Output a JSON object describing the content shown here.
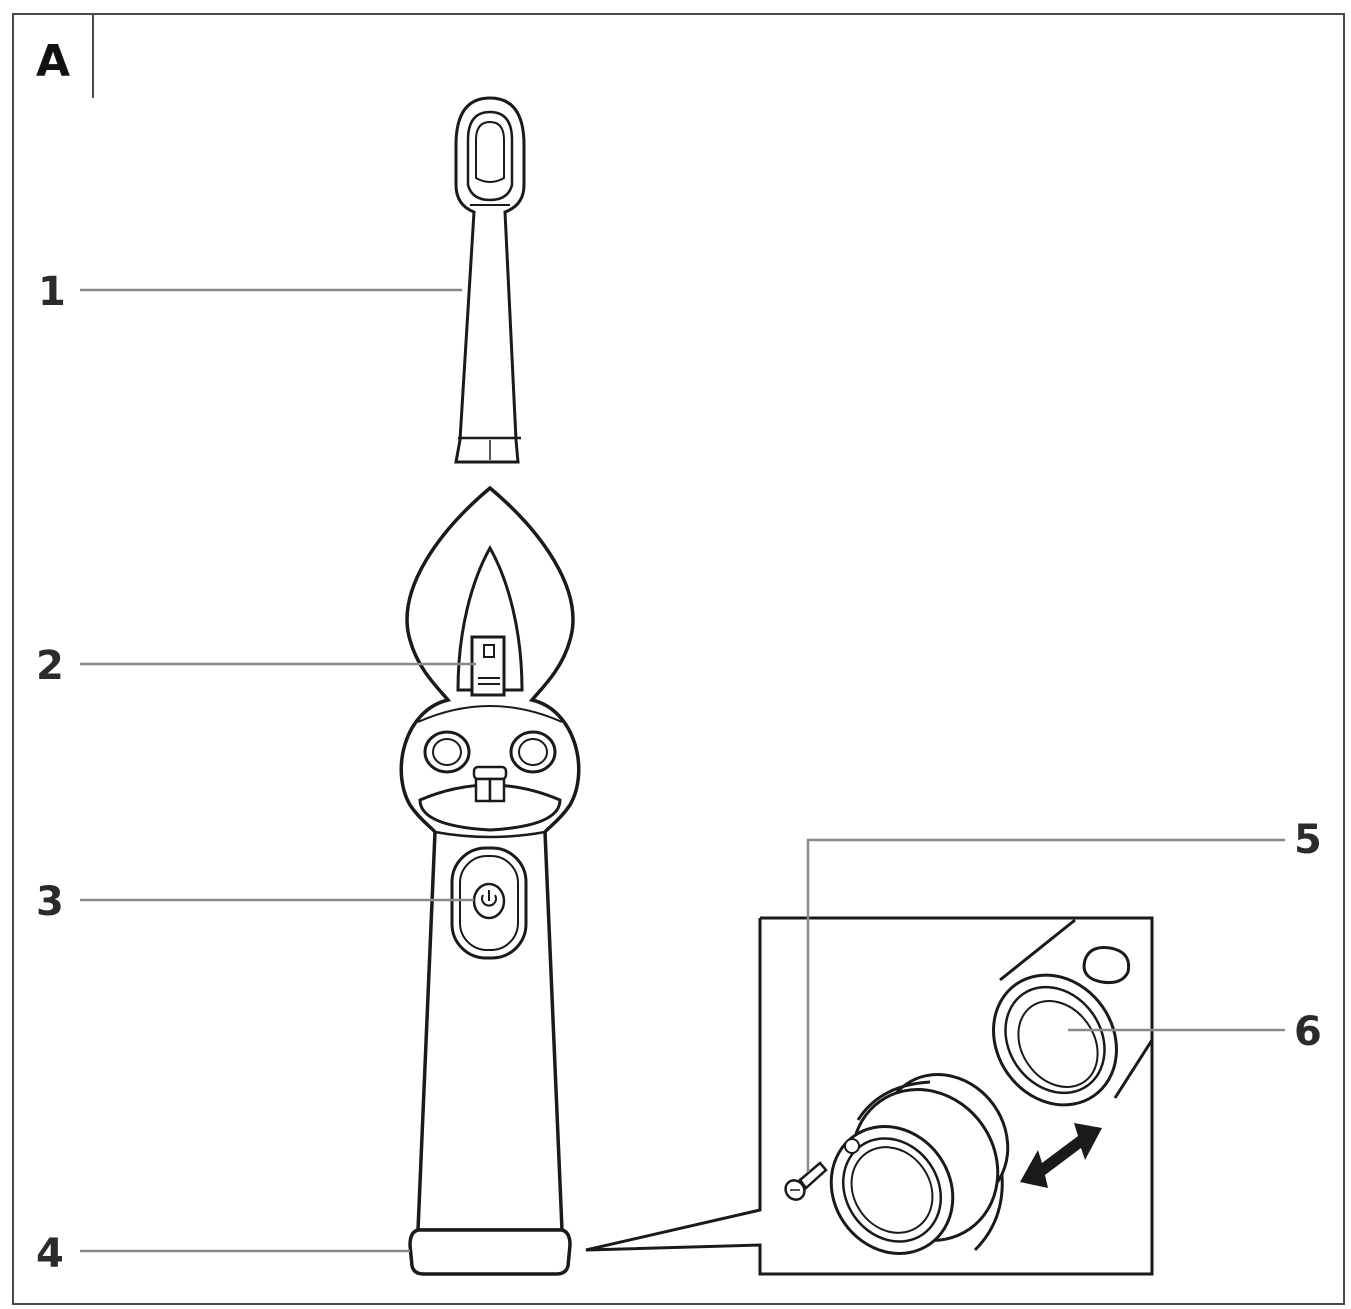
{
  "panel": {
    "letter": "A"
  },
  "callouts": [
    {
      "id": "1",
      "label": "1"
    },
    {
      "id": "2",
      "label": "2"
    },
    {
      "id": "3",
      "label": "3"
    },
    {
      "id": "4",
      "label": "4"
    },
    {
      "id": "5",
      "label": "5"
    },
    {
      "id": "6",
      "label": "6"
    }
  ],
  "colors": {
    "stroke": "#1a1a1a",
    "leader": "#8a8a8a",
    "border": "#4a4a4a"
  },
  "icons": {
    "power": "power-icon",
    "arrow": "double-arrow-icon"
  }
}
